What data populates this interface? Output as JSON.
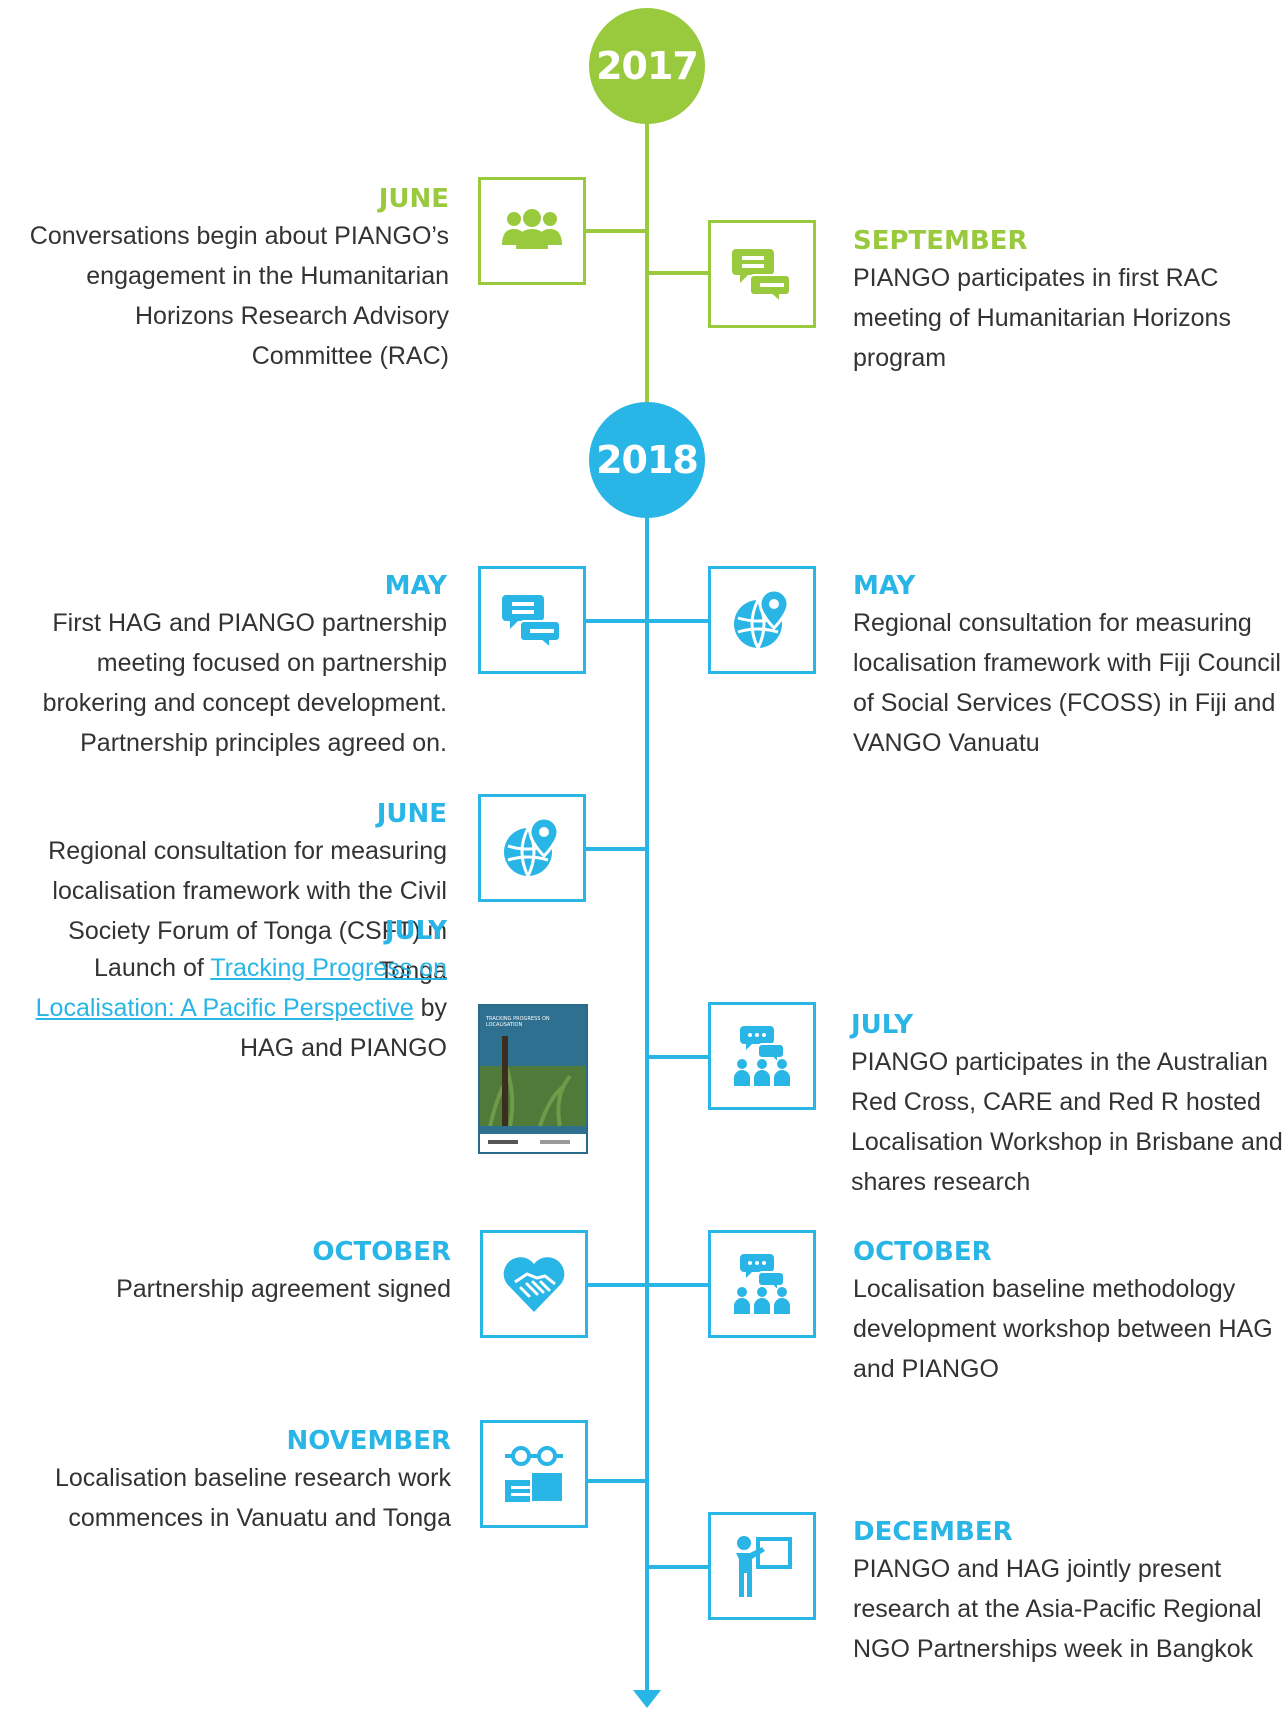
{
  "colors": {
    "green": "#99c93c",
    "blue": "#29b5e6"
  },
  "years": [
    "2017",
    "2018"
  ],
  "events_2017": [
    {
      "month": "JUNE",
      "desc": "Conversations begin about PIANGO’s engagement in the Humanitarian Horizons Research Advisory Committee (RAC)",
      "icon": "people-group-icon"
    },
    {
      "month": "SEPTEMBER",
      "desc": "PIANGO participates in first RAC meeting of Humanitarian Horizons program",
      "icon": "chat-bubbles-icon"
    }
  ],
  "events_2018": [
    {
      "month": "MAY",
      "desc": "First HAG and PIANGO partnership meeting focused on partnership brokering and concept development. Partnership principles agreed on.",
      "icon": "chat-bubbles-icon"
    },
    {
      "month": "MAY",
      "desc": "Regional consultation for measuring localisation framework with Fiji Council of Social Services (FCOSS) in Fiji and VANGO Vanuatu",
      "icon": "globe-pin-icon"
    },
    {
      "month": "JUNE",
      "desc": "Regional consultation for measuring localisation framework with the Civil Society Forum of Tonga (CSFT) in Tonga",
      "icon": "globe-pin-icon"
    },
    {
      "month": "JULY",
      "desc_pre": "Launch of ",
      "link": "Tracking Progress on Localisation: A Pacific Perspective",
      "desc_post": " by HAG and PIANGO",
      "icon": "report-cover-image"
    },
    {
      "month": "JULY",
      "desc": "PIANGO participates in the Australian Red Cross, CARE and Red R hosted Localisation Workshop in Brisbane and shares research",
      "icon": "discussion-group-icon"
    },
    {
      "month": "OCTOBER",
      "desc": "Partnership agreement signed",
      "icon": "handshake-heart-icon"
    },
    {
      "month": "OCTOBER",
      "desc": "Localisation baseline methodology development workshop between HAG and PIANGO",
      "icon": "discussion-group-icon"
    },
    {
      "month": "NOVEMBER",
      "desc": "Localisation baseline research work commences in Vanuatu and Tonga",
      "icon": "research-glasses-icon"
    },
    {
      "month": "DECEMBER",
      "desc": "PIANGO and HAG jointly present research at the Asia-Pacific Regional NGO Partnerships week in Bangkok",
      "icon": "presenter-board-icon"
    }
  ],
  "report_cover": {
    "title": "TRACKING PROGRESS ON LOCALISATION"
  }
}
